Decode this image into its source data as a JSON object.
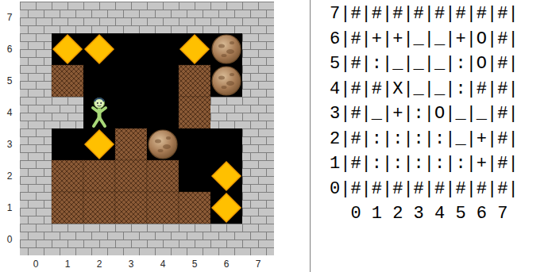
{
  "diagram": {
    "labels": [
      "7",
      "6",
      "5",
      "4",
      "3",
      "2",
      "1",
      "0",
      "0",
      "1",
      "2",
      "3",
      "4",
      "5",
      "6",
      "7",
      "7|#|#|#|#|#|#|#|#|",
      "6|#|+|+|_|_|+|O|#|",
      "5|#|:|_|_|_|:|O|#|",
      "4|#|#|X|_|_|:|#|#|",
      "3|#|_|+|:|O|_|_|#|",
      "2|#|:|:|:|:|_|+|#|",
      "1|#|:|:|:|:|:|+|#|",
      "0|#|#|#|#|#|#|#|#|",
      "0 1 2 3 4 5 6 7"
    ]
  }
}
